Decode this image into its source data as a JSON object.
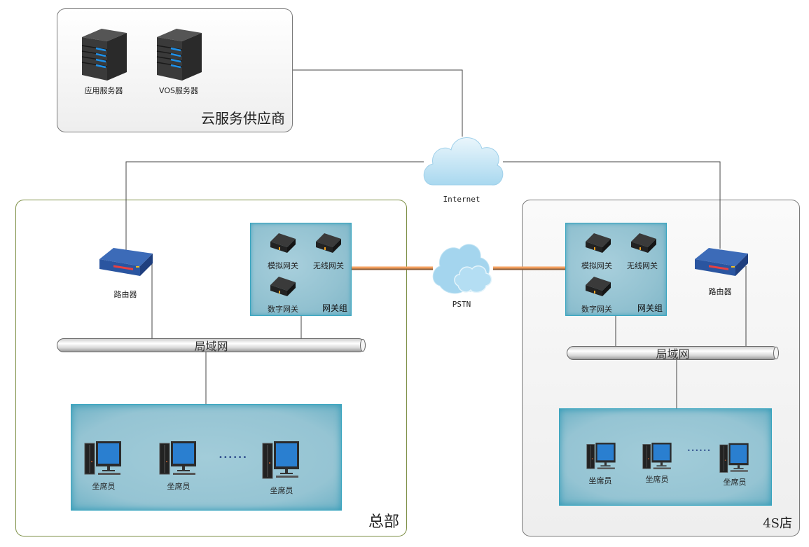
{
  "regions": {
    "cloud_provider": "云服务供应商",
    "headquarters": "总部",
    "shop": "4S店"
  },
  "cloud_provider": {
    "servers": [
      {
        "label": "应用服务器"
      },
      {
        "label": "VOS服务器"
      }
    ]
  },
  "networks": {
    "internet": "Internet",
    "pstn": "PSTN"
  },
  "headquarters": {
    "router": "路由器",
    "lan": "局域网",
    "gateway_group": {
      "title": "网关组",
      "gateways": [
        "模拟网关",
        "无线网关",
        "数字网关"
      ]
    },
    "agents": [
      "坐席员",
      "坐席员",
      "坐席员"
    ],
    "ellipsis": "••••••"
  },
  "shop": {
    "router": "路由器",
    "lan": "局域网",
    "gateway_group": {
      "title": "网关组",
      "gateways": [
        "模拟网关",
        "无线网关",
        "数字网关"
      ]
    },
    "agents": [
      "坐席员",
      "坐席员",
      "坐席员"
    ],
    "ellipsis": "••••••"
  },
  "colors": {
    "trunk_orange": "#e8914a",
    "group_teal": "#93c2d1",
    "router_blue": "#2f5da6",
    "hq_border": "#7d8f45"
  }
}
